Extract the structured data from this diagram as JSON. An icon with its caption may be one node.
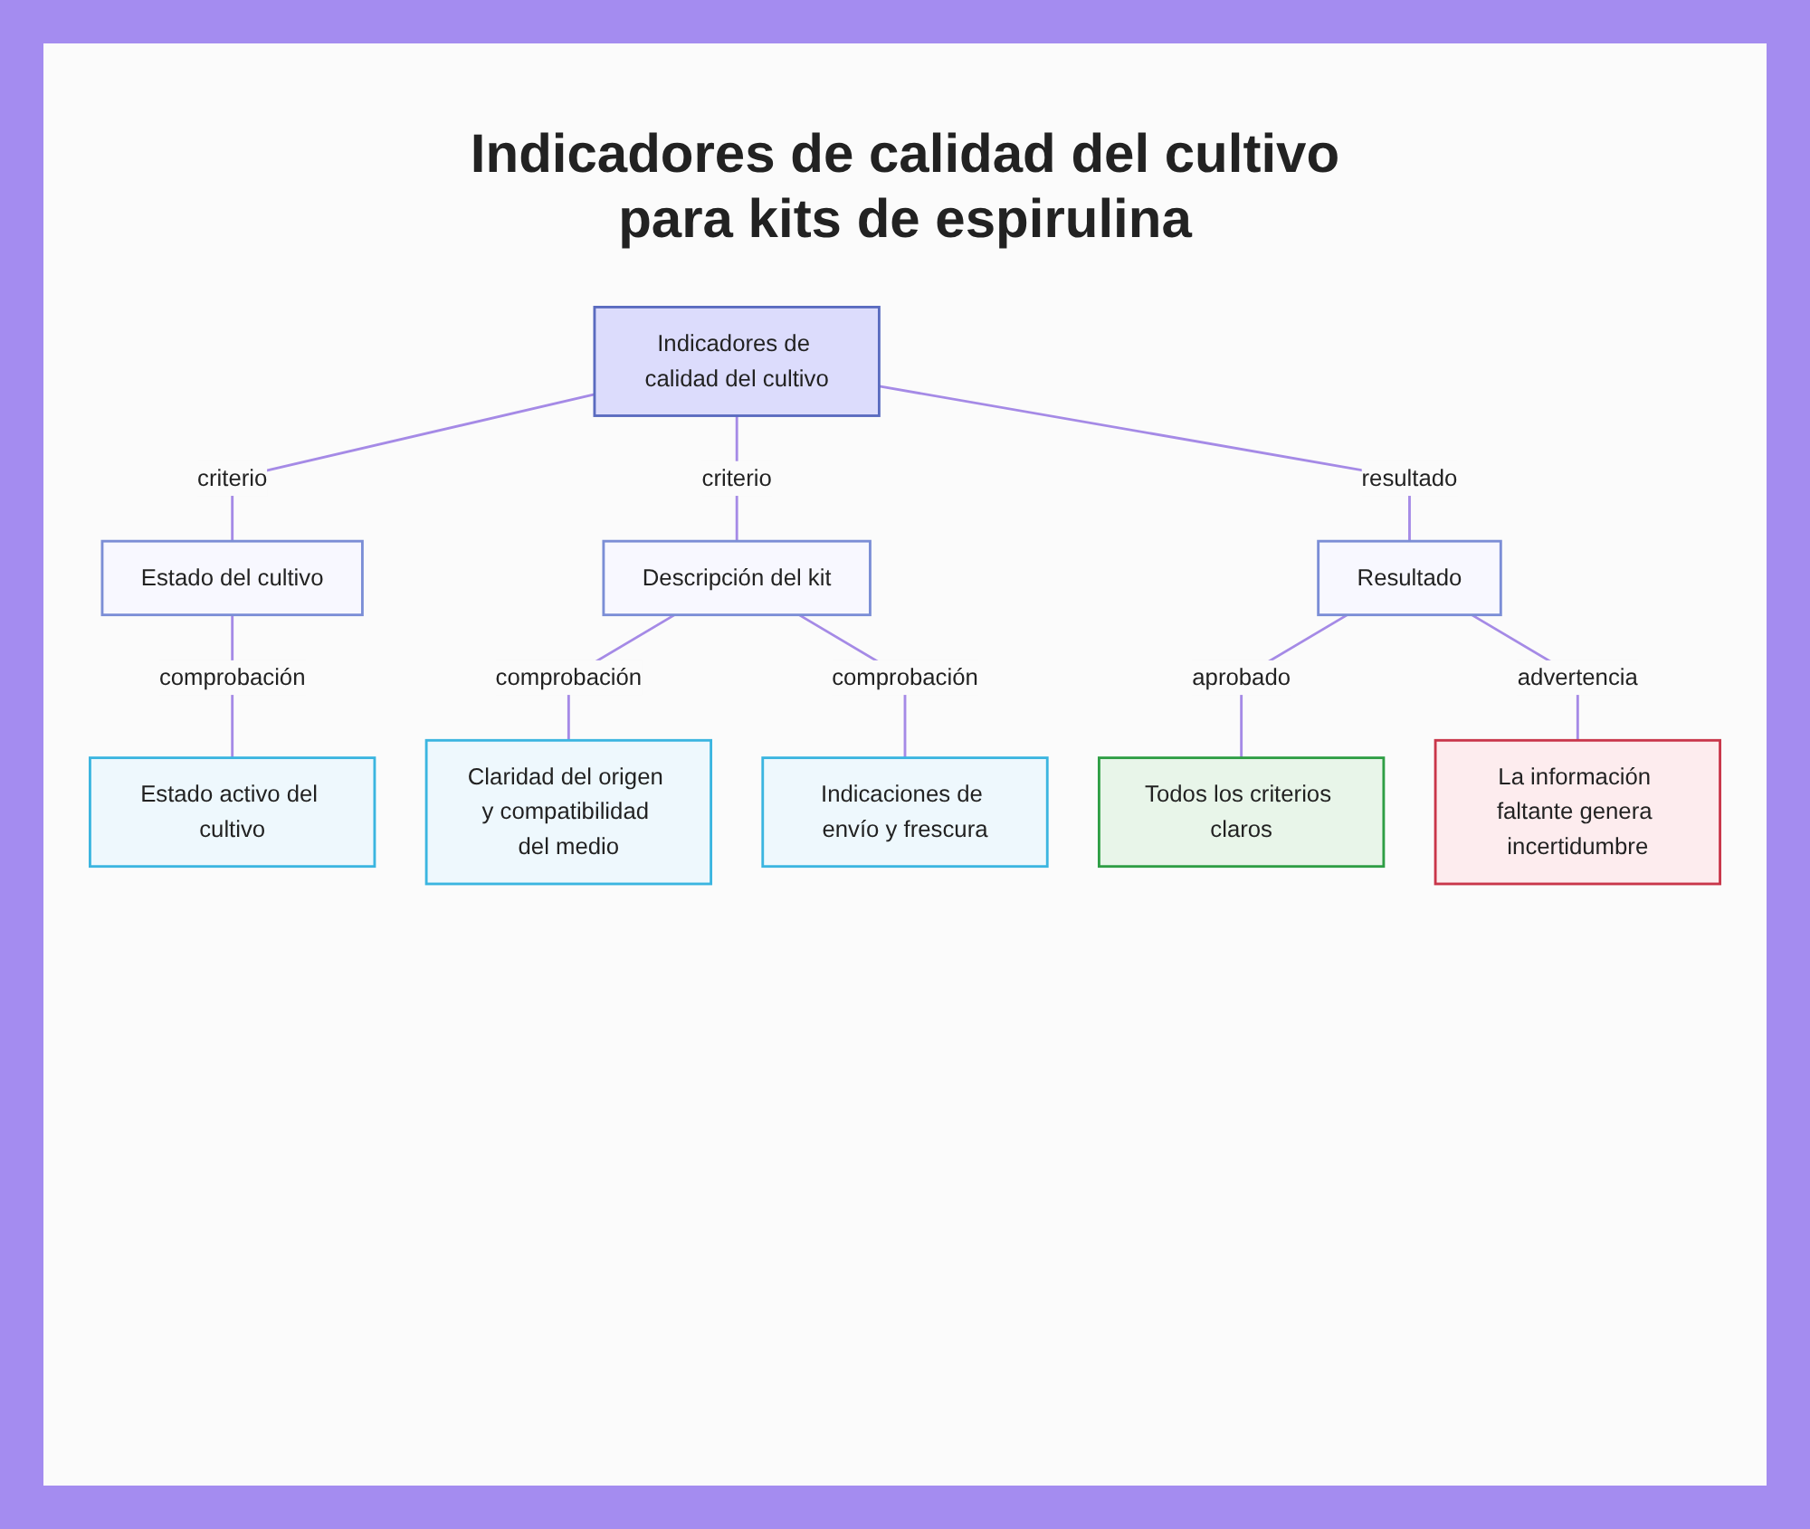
{
  "diagram": {
    "title": "Indicadores de calidad del cultivo para kits de espirulina",
    "nodes": [
      {
        "text": [
          "Indicadores de calidad del cultivo"
        ]
      },
      {
        "text": [
          "Estado del cultivo"
        ]
      },
      {
        "text": [
          "Descripción del kit"
        ]
      },
      {
        "text": [
          "Resultado"
        ]
      },
      {
        "text": [
          "Estado activo del cultivo"
        ]
      },
      {
        "text": [
          "Claridad del origen y compatibilidad del medio"
        ]
      },
      {
        "text": [
          "Indicaciones de envío y frescura"
        ]
      },
      {
        "text": [
          "Todos los criterios claros"
        ]
      },
      {
        "text": [
          "La información faltante genera incertidumbre"
        ]
      }
    ],
    "edges": [
      {
        "from": 0,
        "to": 1,
        "arrow": "none",
        "label": "criterio"
      },
      {
        "from": 0,
        "to": 2,
        "arrow": "none",
        "label": "criterio"
      },
      {
        "from": 0,
        "to": 3,
        "arrow": "none",
        "label": "resultado"
      },
      {
        "from": 1,
        "to": 4,
        "arrow": "none",
        "label": "comprobación"
      },
      {
        "from": 2,
        "to": 5,
        "arrow": "none",
        "label": "comprobación"
      },
      {
        "from": 2,
        "to": 6,
        "arrow": "none",
        "label": "comprobación"
      },
      {
        "from": 3,
        "to": 7,
        "arrow": "none",
        "label": "aprobado"
      },
      {
        "from": 3,
        "to": 8,
        "arrow": "none",
        "label": "advertencia"
      }
    ]
  }
}
